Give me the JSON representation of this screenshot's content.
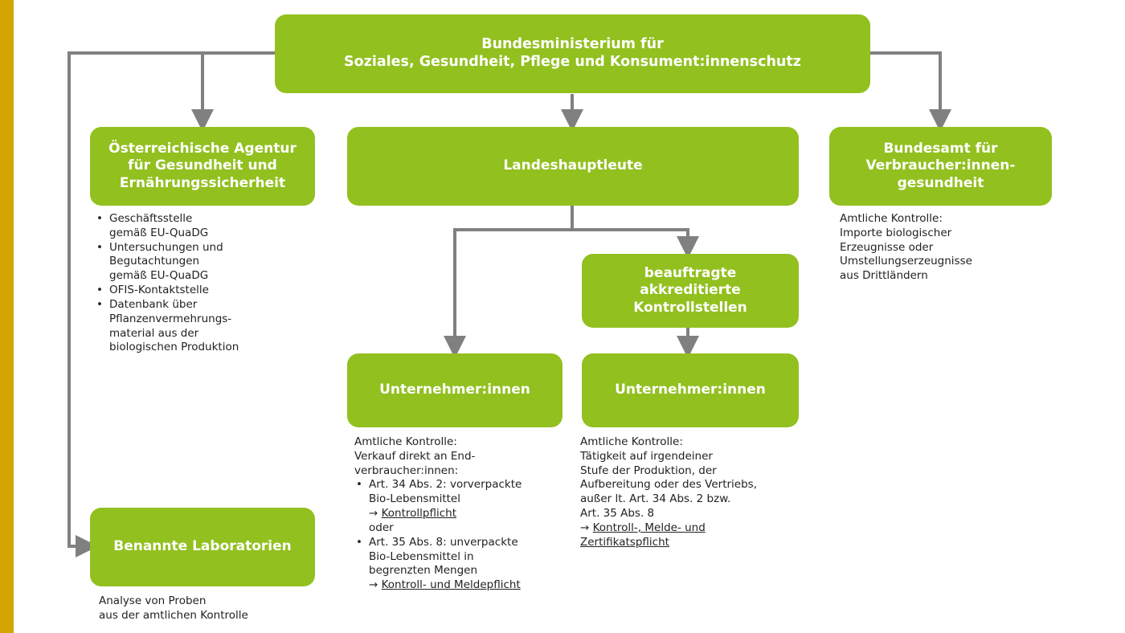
{
  "colors": {
    "box_green": "#92c01f",
    "line_gray": "#808080",
    "accent_gold": "#d4a500"
  },
  "ministry": {
    "line1": "Bundesministerium für",
    "line2": "Soziales, Gesundheit, Pflege und Konsument:innenschutz"
  },
  "ages": {
    "title_lines": [
      "Österreichische Agentur",
      "für Gesundheit und",
      "Ernährungssicherheit"
    ],
    "bullets": [
      [
        "Geschäftsstelle",
        "gemäß EU-QuaDG"
      ],
      [
        "Untersuchungen und",
        "Begutachtungen",
        "gemäß EU-QuaDG"
      ],
      [
        "OFIS-Kontaktstelle"
      ],
      [
        "Datenbank über",
        "Pflanzenvermehrungs-",
        "material aus der",
        "biologischen Produktion"
      ]
    ]
  },
  "landeshauptleute": {
    "title": "Landeshauptleute"
  },
  "bundesamt": {
    "title_lines": [
      "Bundesamt für",
      "Verbraucher:innen-",
      "gesundheit"
    ],
    "description": [
      "Amtliche Kontrolle:",
      "Importe biologischer",
      "Erzeugnisse oder",
      "Umstellungserzeugnisse",
      "aus Drittländern"
    ]
  },
  "kontrollstellen": {
    "title_lines": [
      "beauftragte",
      "akkreditierte",
      "Kontrollstellen"
    ]
  },
  "unternehmer_left": {
    "title": "Unternehmer:innen",
    "intro": [
      "Amtliche Kontrolle:",
      "Verkauf direkt an End-",
      "verbraucher:innen:"
    ],
    "b1_lines": [
      "Art. 34 Abs. 2: vorverpackte",
      "Bio-Lebensmittel"
    ],
    "b1_arrow": "→",
    "b1_duty": "Kontrollpflicht",
    "or_text": "oder",
    "b2_lines": [
      "Art. 35 Abs. 8: unverpackte",
      "Bio-Lebensmittel in",
      "begrenzten Mengen"
    ],
    "b2_arrow": "→",
    "b2_duty": "Kontroll- und Meldepflicht"
  },
  "unternehmer_right": {
    "title": "Unternehmer:innen",
    "description": [
      "Amtliche Kontrolle:",
      "Tätigkeit auf irgendeiner",
      "Stufe der Produktion, der",
      "Aufbereitung oder des Vertriebs,",
      "außer lt. Art. 34 Abs. 2 bzw.",
      "Art. 35 Abs. 8"
    ],
    "arrow": "→",
    "duty_line1": "Kontroll-, Melde- und",
    "duty_line2": "Zertifikatspflicht"
  },
  "labs": {
    "title": "Benannte Laboratorien",
    "description": [
      "Analyse von Proben",
      "aus der amtlichen Kontrolle"
    ]
  }
}
